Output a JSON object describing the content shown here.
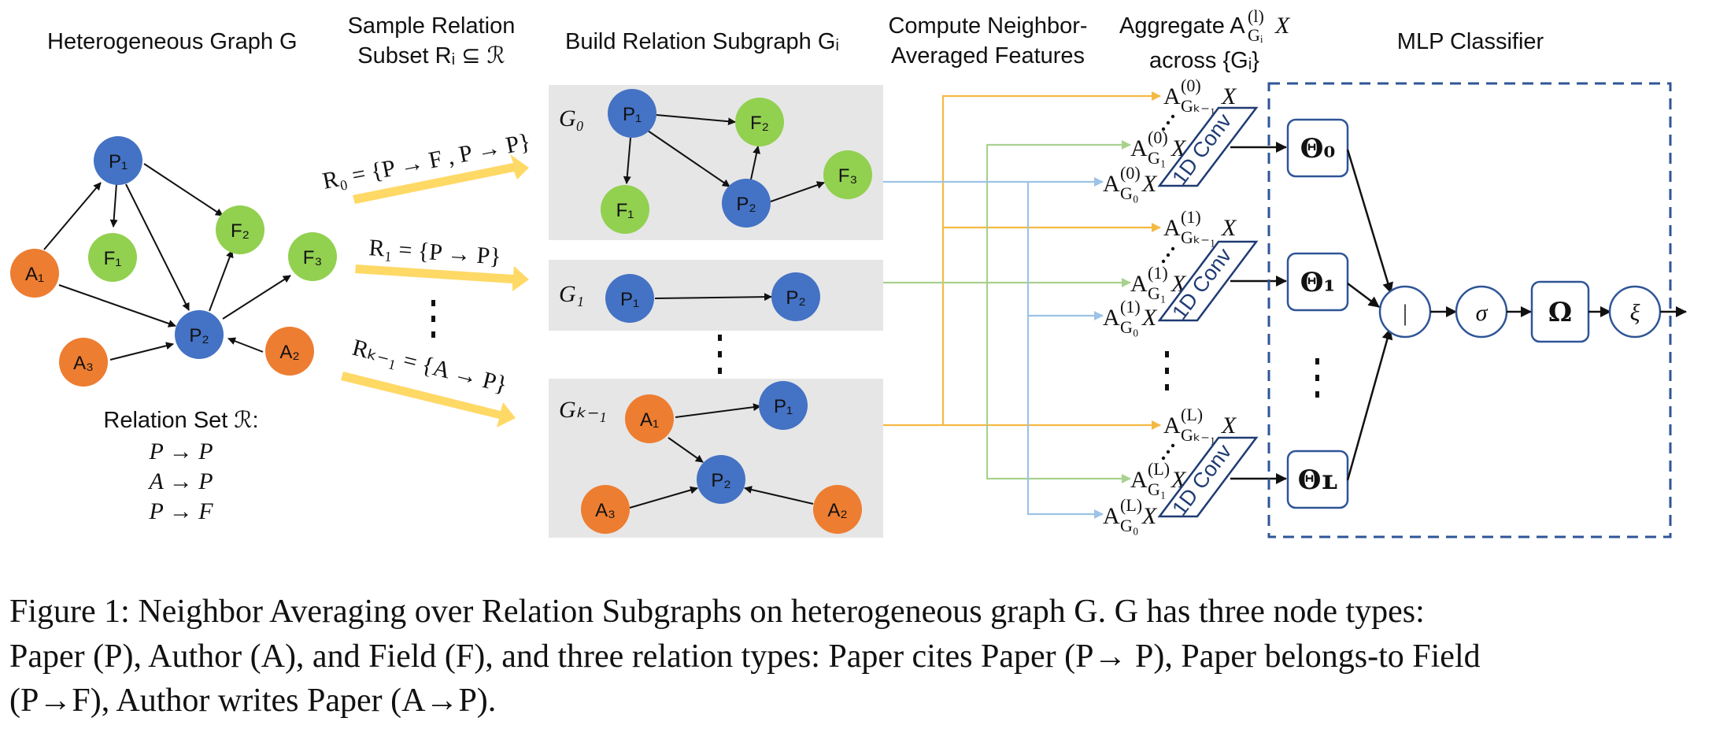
{
  "headers": {
    "col1": "Heterogeneous Graph G",
    "col2_line1": "Sample Relation",
    "col2_line2": "Subset Rᵢ ⊆ ℛ",
    "col3": "Build Relation Subgraph Gᵢ",
    "col4_line1": "Compute Neighbor-",
    "col4_line2": "Averaged Features",
    "col5_line1": "Aggregate A",
    "col5_sup": "(l)",
    "col5_sub": "Gᵢ",
    "col5_tail": "X",
    "col5_line2": "across {Gᵢ}",
    "col6": "MLP Classifier"
  },
  "graph_nodes": {
    "P1": "P₁",
    "P2": "P₂",
    "F1": "F₁",
    "F2": "F₂",
    "F3": "F₃",
    "A1": "A₁",
    "A2": "A₂",
    "A3": "A₃"
  },
  "relation_set": {
    "title": "Relation Set ℛ:",
    "items": [
      "P → P",
      "A → P",
      "P → F"
    ]
  },
  "sampled": {
    "r0": "R₀ = {P → F , P → P}",
    "r1": "R₁ = {P → P}",
    "rk": "Rₖ₋₁ = {A → P}"
  },
  "subgraphs": {
    "g0": "G₀",
    "g1": "G₁",
    "gk": "Gₖ₋₁"
  },
  "features": {
    "base": "A",
    "tail": "X",
    "sub_k": "Gₖ₋₁",
    "sub_1": "G₁",
    "sub_0": "G₀",
    "sup_0": "(0)",
    "sup_1": "(1)",
    "sup_l": "(L)"
  },
  "conv_label": "1D Conv",
  "mlp": {
    "theta0": "Θ₀",
    "theta1": "Θ₁",
    "thetaL": "Θʟ",
    "concat": "|",
    "sigma": "σ",
    "omega": "Ω",
    "xi": "ξ"
  },
  "caption": {
    "line1": "Figure 1: Neighbor Averaging over Relation Subgraphs on heterogeneous graph G. G has three node types:",
    "line2": "Paper (P), Author (A), and Field (F), and three relation types: Paper cites Paper (P→ P), Paper belongs-to Field",
    "line3": "(P→F), Author writes Paper (A→P)."
  },
  "colors": {
    "paper": "#4472c4",
    "author": "#ed7d31",
    "field": "#92d050",
    "band": "#e6e6e6",
    "yellow_arrow": "#ffd966",
    "orange_line": "#f4b942",
    "green_line": "#a9d18e",
    "blue_line": "#9dc3e6",
    "dash_border": "#2f5597"
  }
}
